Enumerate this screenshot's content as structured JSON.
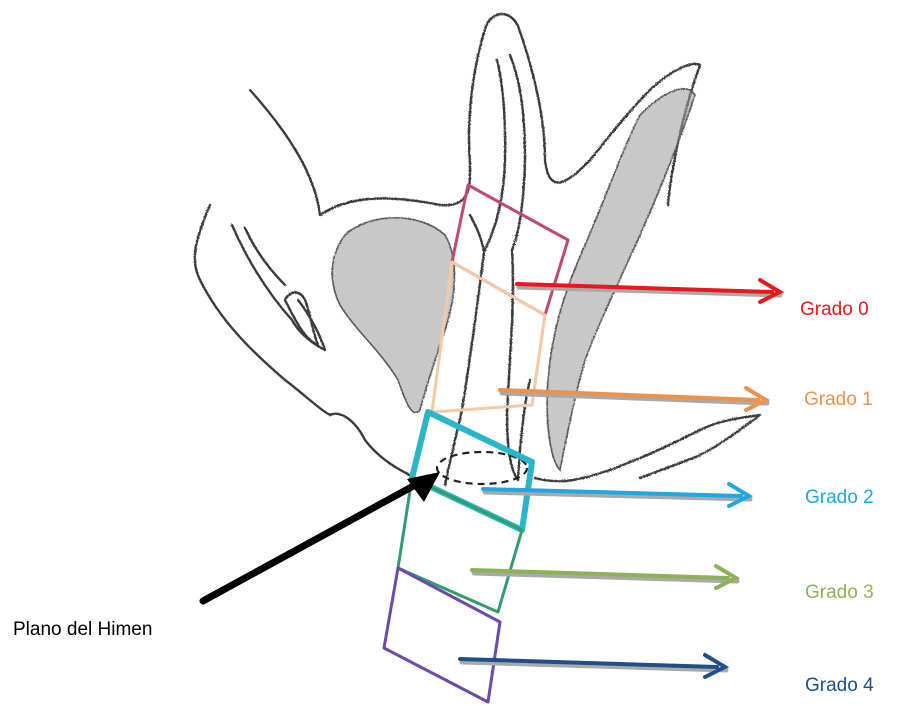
{
  "diagram": {
    "grades": [
      {
        "label": "Grado 0",
        "color": "#e8171c"
      },
      {
        "label": "Grado 1",
        "color": "#f0914a"
      },
      {
        "label": "Grado 2",
        "color": "#1ea7e0"
      },
      {
        "label": "Grado 3",
        "color": "#8cb255"
      },
      {
        "label": "Grado 4",
        "color": "#1f4f86"
      }
    ],
    "hymen_plane_label": "Plano del Himen",
    "box_colors": {
      "grade0": "#c04a6a",
      "grade1": "#f3c9a8",
      "grade2": "#2ab5c8",
      "grade3": "#2f9e6b",
      "grade4": "#6b4aa8"
    },
    "pointer_arrow_color": "#000000",
    "shaded_fill": "#9a9a9a"
  }
}
